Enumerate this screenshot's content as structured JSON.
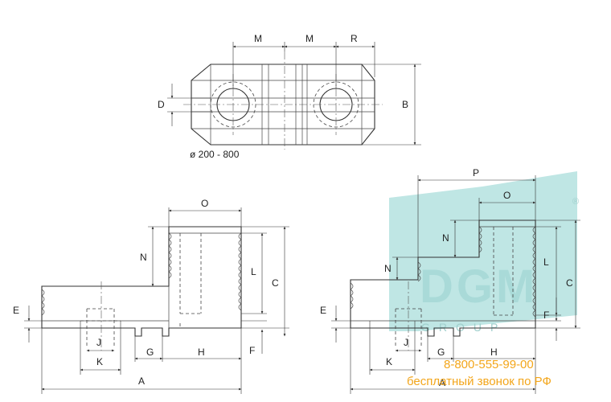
{
  "top_view": {
    "labels": {
      "m1": "M",
      "m2": "M",
      "r": "R",
      "d": "D",
      "b": "B"
    },
    "size_range": "ø 200 - 800"
  },
  "left_view": {
    "labels": {
      "o": "O",
      "n": "N",
      "l": "L",
      "c": "C",
      "e": "E",
      "j": "J",
      "k": "K",
      "g": "G",
      "h": "H",
      "f": "F",
      "a": "A"
    }
  },
  "right_view": {
    "labels": {
      "p": "P",
      "o": "O",
      "n1": "N",
      "n2": "N",
      "l": "L",
      "c": "C",
      "f": "F",
      "e": "E",
      "j": "J",
      "k": "K",
      "g": "G",
      "h": "H",
      "a": "A"
    }
  },
  "watermark": {
    "brand": "DGM",
    "subtitle": "GROUP",
    "registered": "®"
  },
  "contact": {
    "phone": "8-800-555-99-00",
    "free_call": "бесплатный звонок по РФ",
    "color": "#f3a61b"
  },
  "colors": {
    "line": "#333333",
    "watermark": "#bfe6e4"
  }
}
